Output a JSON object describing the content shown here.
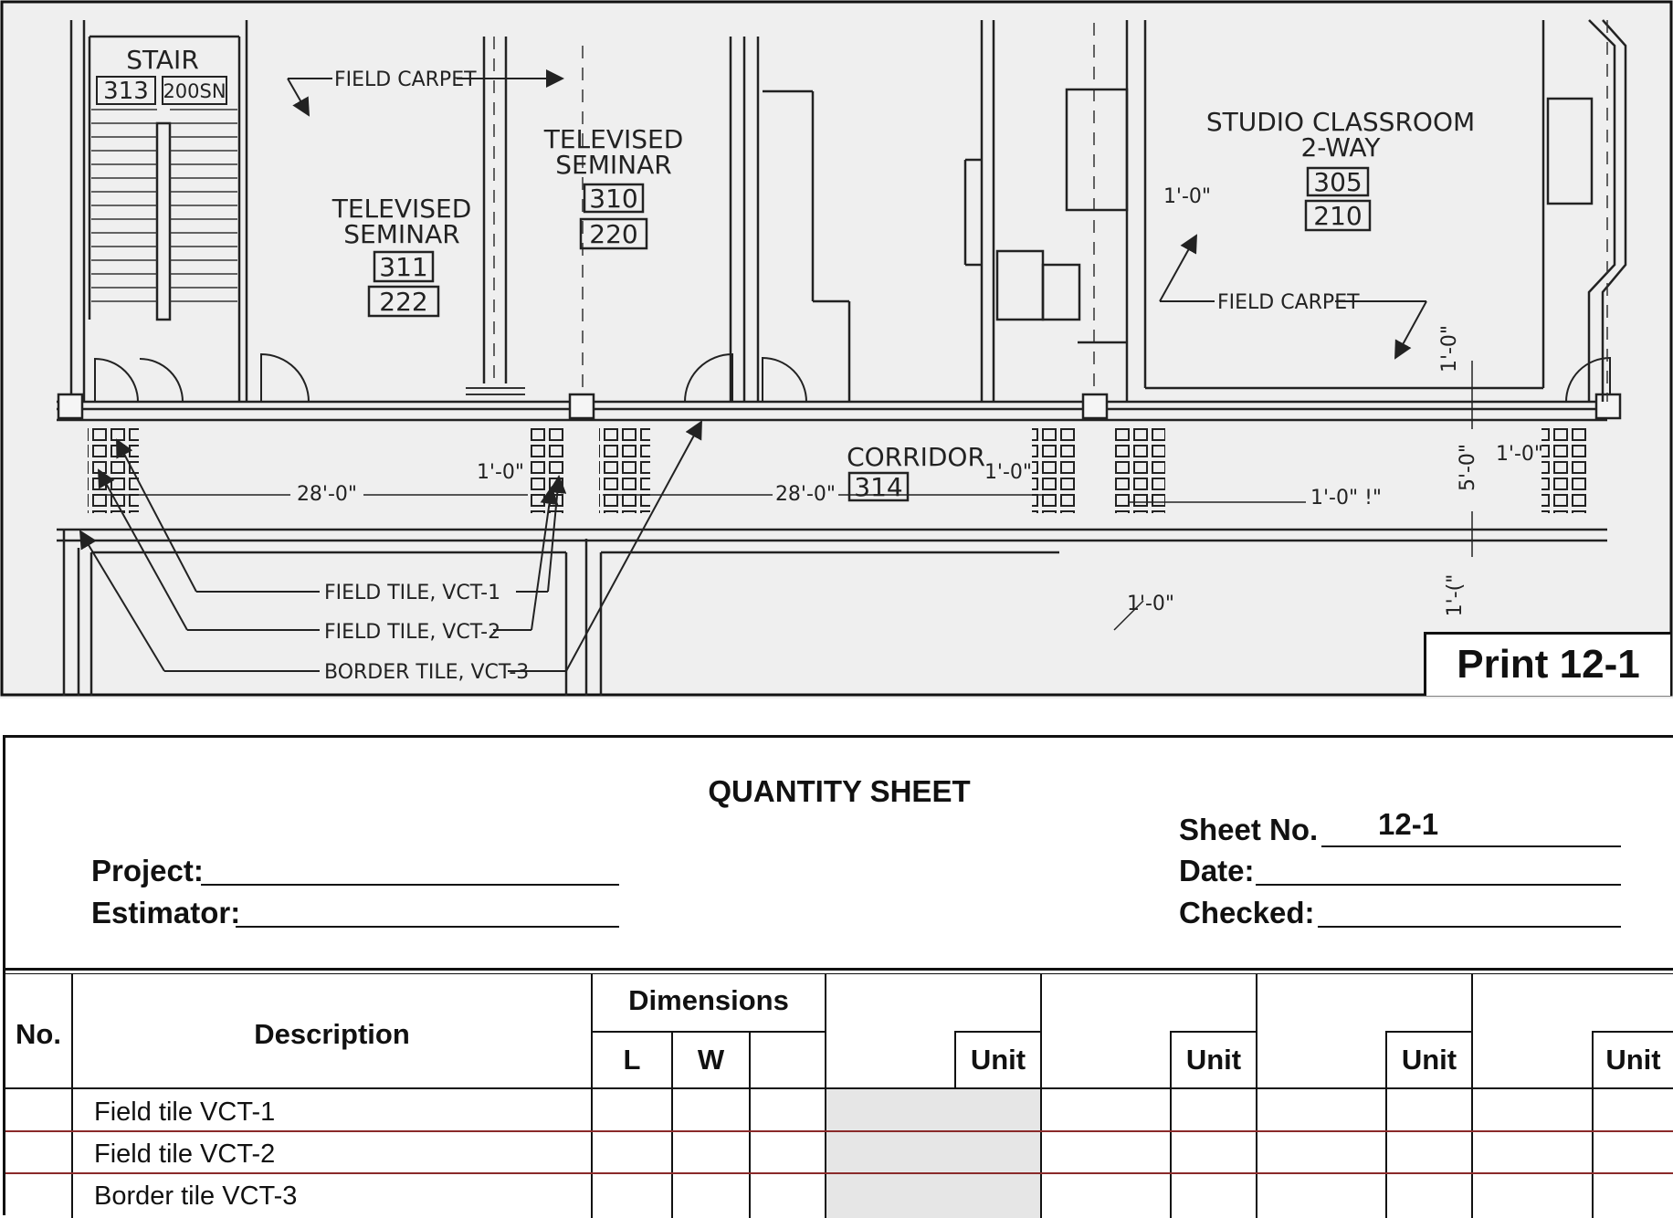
{
  "plan": {
    "stair": {
      "label": "STAIR",
      "room_no": "313",
      "room_code": "200SN"
    },
    "seminar_left": {
      "line1": "TELEVISED",
      "line2": "SEMINAR",
      "room_no": "311",
      "area": "222"
    },
    "seminar_right": {
      "line1": "TELEVISED",
      "line2": "SEMINAR",
      "room_no": "310",
      "area": "220"
    },
    "studio": {
      "line1": "STUDIO CLASSROOM",
      "line2": "2-WAY",
      "room_no": "305",
      "area": "210"
    },
    "corridor": {
      "label": "CORRIDOR",
      "room_no": "314"
    },
    "callouts": {
      "field_carpet_top": "FIELD CARPET",
      "field_carpet_right": "FIELD CARPET",
      "field_tile_1": "FIELD TILE, VCT-1",
      "field_tile_2": "FIELD TILE, VCT-2",
      "border_tile_3": "BORDER TILE, VCT-3"
    },
    "dimensions": {
      "corridor_len_left": "28'-0\"",
      "corridor_len_mid": "28'-0\"",
      "one_ft_a": "1'-0\"",
      "one_ft_b": "1'-0\"",
      "one_ft_c": "1'-0\"",
      "one_ft_d": "1'-0\"",
      "one_ft_e": "1'-0\"",
      "one_ft_f": "1'-0\" !\"",
      "one_ft_vert_top": "1'-0\"",
      "five_ft_vert": "5'-0\"",
      "one_ft_vert_bot": "1'-(\""
    },
    "print_label": "Print 12-1"
  },
  "sheet": {
    "title": "QUANTITY SHEET",
    "project_label": "Project:",
    "estimator_label": "Estimator:",
    "sheet_no_label": "Sheet No.",
    "sheet_no_value": "12-1",
    "date_label": "Date:",
    "checked_label": "Checked:",
    "columns": {
      "no": "No.",
      "description": "Description",
      "dimensions": "Dimensions",
      "l": "L",
      "w": "W",
      "unit1": "Unit",
      "unit2": "Unit",
      "unit3": "Unit",
      "unit4": "Unit"
    },
    "rows": [
      {
        "description": "Field tile VCT-1"
      },
      {
        "description": "Field tile VCT-2"
      },
      {
        "description": "Border tile VCT-3"
      }
    ]
  },
  "colors": {
    "ink": "#111111",
    "plan_bg": "#efefef",
    "row_rule": "#8a2a2a",
    "shade": "#e6e6e6"
  }
}
